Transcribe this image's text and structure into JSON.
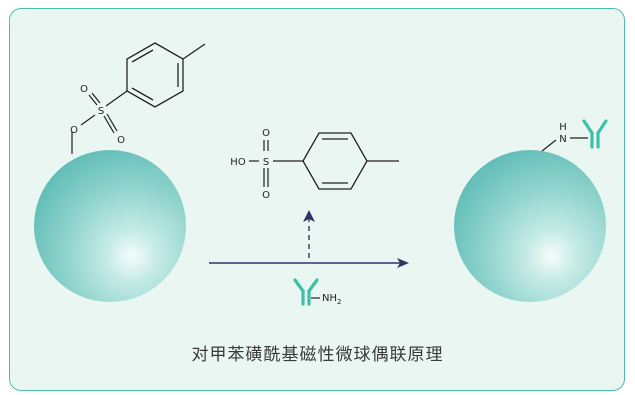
{
  "caption": "对甲苯磺酰基磁性微球偶联原理",
  "colors": {
    "border": "#4bbeab",
    "background": "#e9f6f1",
    "antibody": "#3dbfa8",
    "arrow": "#2e3566",
    "bond": "#222222"
  },
  "left_structure": {
    "atoms": {
      "o1": "O",
      "s": "S",
      "o2": "O",
      "o3": "O"
    }
  },
  "middle_structure": {
    "atoms": {
      "ho": "HO",
      "s": "S",
      "o_top": "O",
      "o_bottom": "O"
    }
  },
  "reagent": {
    "nh2_main": "NH",
    "nh2_sub": "2"
  },
  "right_structure": {
    "atoms": {
      "h": "H",
      "n": "N"
    }
  },
  "icons": {
    "antibody": "antibody-y-icon",
    "bead": "magnetic-microsphere-icon"
  }
}
